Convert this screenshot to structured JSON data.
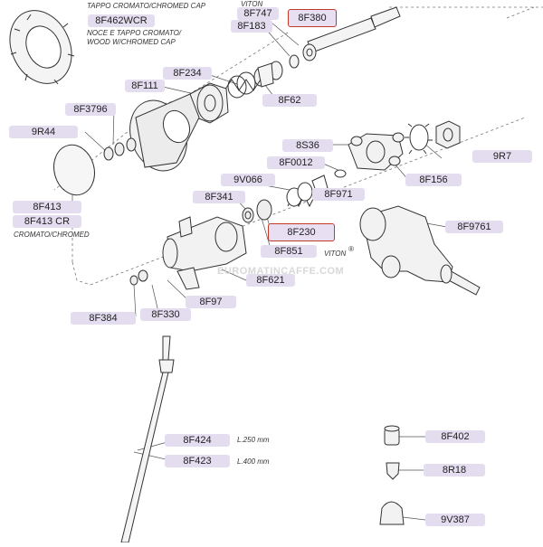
{
  "captions": {
    "tappo_cromato": "TAPPO CROMATO/CHROMED CAP",
    "noce_tappo": "NOCE E TAPPO CROMATO/",
    "wood_cap": "WOOD W/CHROMED CAP",
    "viton_top": "VITON",
    "cromato": "CROMATO/CHROMED",
    "viton": "VITON",
    "registered": "®",
    "l250": "L.250 mm",
    "l400": "L.400 mm"
  },
  "watermark": "EUROMATINCAFFE.COM",
  "parts": {
    "p8F462WCR": "8F462WCR",
    "p8F747": "8F747",
    "p8F380": "8F380",
    "p8F183": "8F183",
    "p8F234": "8F234",
    "p8F111": "8F111",
    "p8F62": "8F62",
    "p8F3796": "8F3796",
    "p9R44": "9R44",
    "p8S36": "8S36",
    "p8F0012": "8F0012",
    "p9R7": "9R7",
    "p9V066": "9V066",
    "p8F971": "8F971",
    "p8F156": "8F156",
    "p8F341": "8F341",
    "p8F413": "8F413",
    "p8F413CR": "8F413 CR",
    "p8F230": "8F230",
    "p8F9761": "8F9761",
    "p8F851": "8F851",
    "p8F621": "8F621",
    "p8F97": "8F97",
    "p8F384": "8F384",
    "p8F330": "8F330",
    "p8F424": "8F424",
    "p8F423": "8F423",
    "p8F402": "8F402",
    "p8R18": "8R18",
    "p9V387": "9V387"
  }
}
